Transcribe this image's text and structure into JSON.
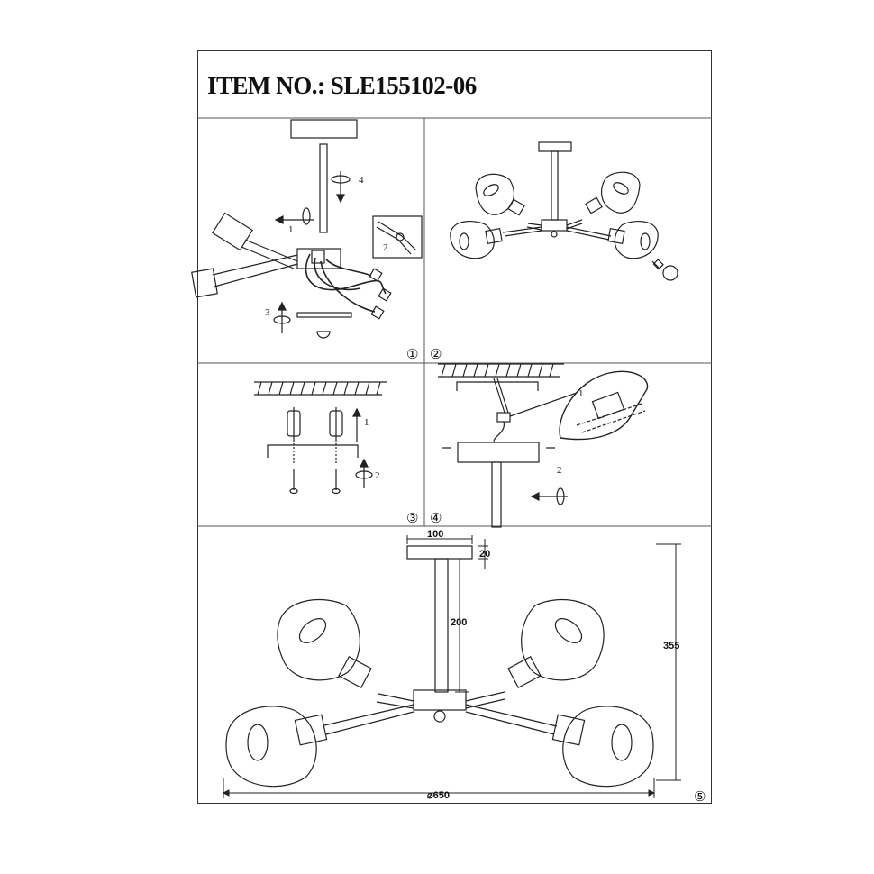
{
  "header": {
    "title": "ITEM NO.: SLE155102-06"
  },
  "steps": [
    {
      "number": "①",
      "callouts": [
        "1",
        "2",
        "3",
        "4"
      ]
    },
    {
      "number": "②"
    },
    {
      "number": "③",
      "callouts": [
        "1",
        "2"
      ]
    },
    {
      "number": "④",
      "callouts": [
        "1",
        "2"
      ]
    },
    {
      "number": "⑤"
    }
  ],
  "dimensions": {
    "canopy_width": "100",
    "canopy_height": "20",
    "rod_length": "200",
    "total_height": "355",
    "diameter": "⌀650"
  }
}
